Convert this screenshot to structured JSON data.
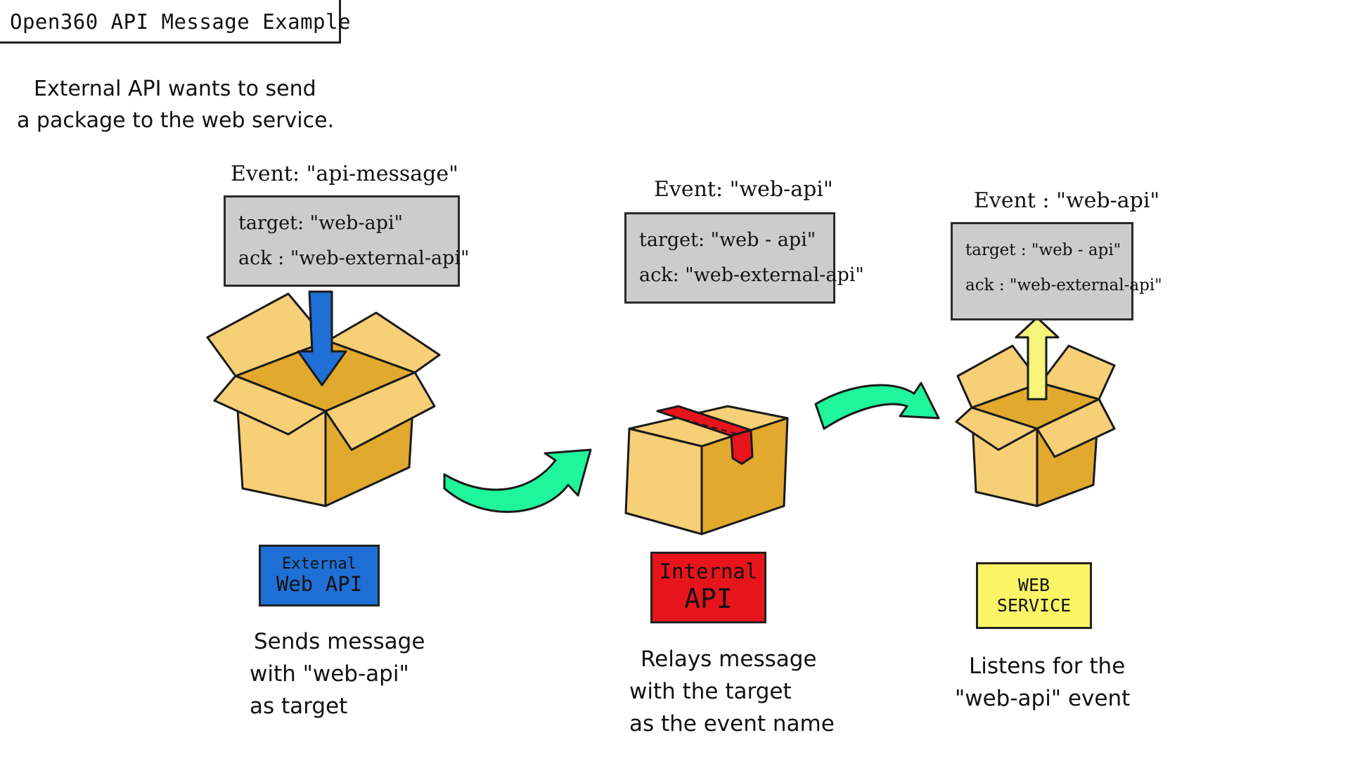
{
  "title": "Open360 API Message Example",
  "intro": {
    "line1": "External API wants to send",
    "line2": "a package to the web service."
  },
  "stages": [
    {
      "event_label": "Event: \"api-message\"",
      "target": "target: \"web-api\"",
      "ack": "ack : \"web-external-api\"",
      "name_line1": "External",
      "name_line2": "Web   API",
      "name_color": "#1f6fd6",
      "desc": [
        "Sends message",
        "with \"web-api\"",
        "as target"
      ]
    },
    {
      "event_label": "Event: \"web-api\"",
      "target": "target: \"web - api\"",
      "ack": "ack: \"web-external-api\"",
      "name_line1": "Internal",
      "name_line2": "API",
      "name_color": "#e8141c",
      "desc": [
        "Relays message",
        "with the target",
        "as the event name"
      ]
    },
    {
      "event_label": "Event : \"web-api\"",
      "target": "target : \"web - api\"",
      "ack": "ack : \"web-external-api\"",
      "name_line1": "WEB",
      "name_line2": "SERVICE",
      "name_color": "#fbf465",
      "desc": [
        "Listens for the",
        "\"web-api\" event"
      ]
    }
  ],
  "colors": {
    "box_light": "#f7cf76",
    "box_dark": "#e1a92d",
    "flow_arrow": "#1ff59b",
    "down_arrow": "#1f6fd6",
    "up_arrow": "#f6f47a",
    "tape": "#e8141c",
    "message_bg": "#cccccc"
  }
}
